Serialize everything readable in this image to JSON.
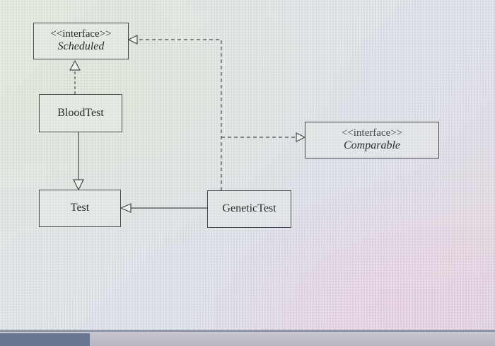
{
  "interfaces": [
    {
      "id": "scheduled",
      "stereotype": "<<interface>>",
      "name": "Scheduled"
    },
    {
      "id": "comparable",
      "stereotype": "<<interface>>",
      "name": "Comparable"
    }
  ],
  "classes": [
    {
      "id": "bloodtest",
      "name": "BloodTest"
    },
    {
      "id": "test",
      "name": "Test"
    },
    {
      "id": "genetictest",
      "name": "GeneticTest"
    }
  ],
  "relationships": [
    {
      "from": "BloodTest",
      "to": "Scheduled",
      "kind": "realization",
      "style": "dashed"
    },
    {
      "from": "GeneticTest",
      "to": "Scheduled",
      "kind": "realization",
      "style": "dashed"
    },
    {
      "from": "GeneticTest",
      "to": "Comparable",
      "kind": "realization",
      "style": "dashed"
    },
    {
      "from": "BloodTest",
      "to": "Test",
      "kind": "generalization",
      "style": "solid"
    },
    {
      "from": "GeneticTest",
      "to": "Test",
      "kind": "generalization",
      "style": "solid"
    }
  ],
  "colors": {
    "line": "#4a4a4a",
    "text": "#2c2c2c"
  }
}
